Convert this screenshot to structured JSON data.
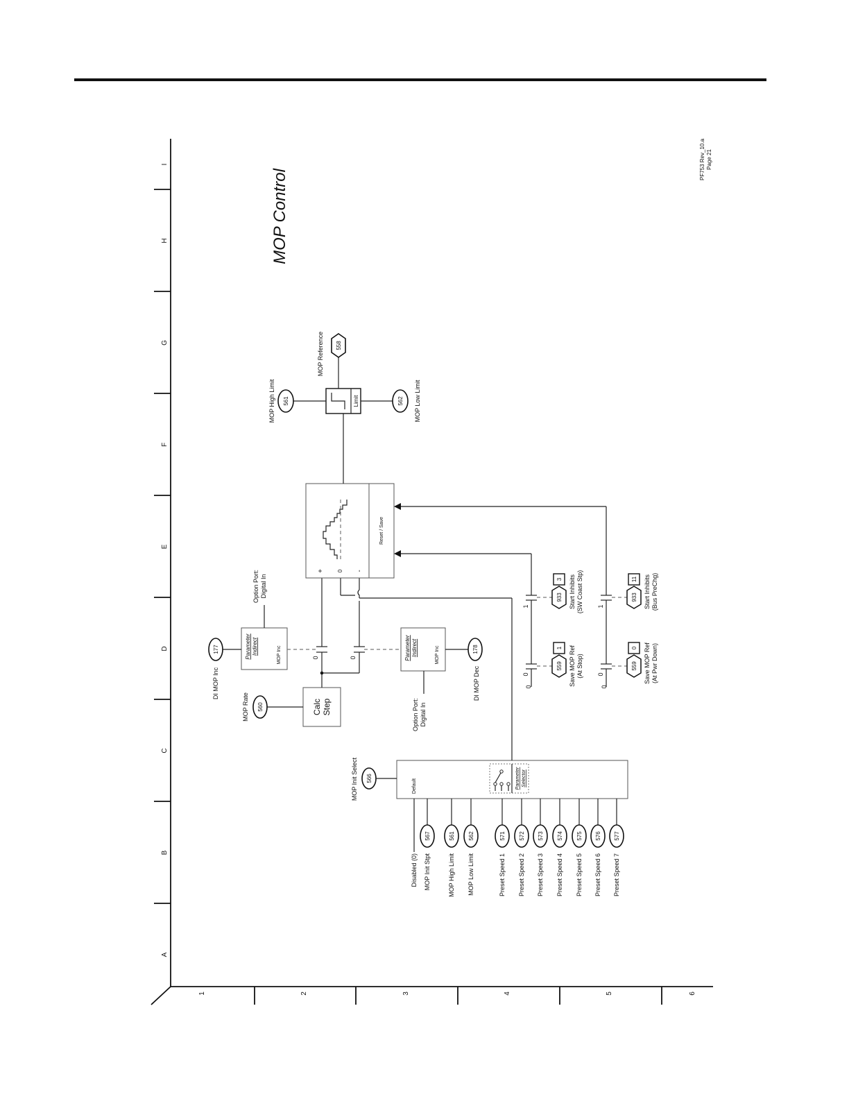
{
  "title": "MOP Control",
  "revision": "PF753 Rev_10.a",
  "page": "Page 21",
  "grid": {
    "columns": [
      "A",
      "B",
      "C",
      "D",
      "E",
      "F",
      "G",
      "H",
      "I"
    ],
    "rows": [
      "1",
      "2",
      "3",
      "4",
      "5",
      "6"
    ]
  },
  "params": {
    "mop_init_select": {
      "label": "MOP Init Select",
      "num": "566"
    },
    "mop_rate": {
      "label": "MOP Rate",
      "num": "560"
    },
    "di_mop_inc": {
      "label": "DI MOP Inc",
      "num": "177"
    },
    "di_mop_dec": {
      "label": "DI MOP Dec",
      "num": "178"
    },
    "mop_high_limit": {
      "label": "MOP High Limit",
      "num": "561"
    },
    "mop_low_limit": {
      "label": "MOP Low Limit",
      "num": "562"
    },
    "mop_reference": {
      "label": "MOP Reference",
      "num": "558"
    }
  },
  "blocks": {
    "calc_line1": "Calc",
    "calc_line2": "Step",
    "param_indirect_1": "Parameter",
    "param_indirect_2": "Indirect",
    "mop_inc": "MOP Inc",
    "option_port_1": "Option Port:",
    "option_port_2": "Digital In",
    "limit": "Limit",
    "reset_save": "Reset / Save",
    "plus": "+",
    "zero": "0",
    "minus": "-",
    "default": "Default",
    "param_selector_1": "Parameter",
    "param_selector_2": "Selector"
  },
  "selector_inputs": [
    {
      "label": "Disabled (0)",
      "num": ""
    },
    {
      "label": "MOP Init Stpt",
      "num": "567"
    },
    {
      "label": "MOP High Limit",
      "num": "561"
    },
    {
      "label": "MOP Low Limit",
      "num": "562"
    },
    {
      "label": "Preset Speed 1",
      "num": "571"
    },
    {
      "label": "Preset Speed 2",
      "num": "572"
    },
    {
      "label": "Preset Speed 3",
      "num": "573"
    },
    {
      "label": "Preset Speed 4",
      "num": "574"
    },
    {
      "label": "Preset Speed 5",
      "num": "575"
    },
    {
      "label": "Preset Speed 6",
      "num": "576"
    },
    {
      "label": "Preset Speed 7",
      "num": "577"
    }
  ],
  "bits": [
    {
      "param": "559",
      "bit": "1",
      "line1": "Save MOP Ref",
      "line2": "(At Stop)"
    },
    {
      "param": "933",
      "bit": "3",
      "line1": "Start Inhibits",
      "line2": "(SW Coast Stp)"
    },
    {
      "param": "559",
      "bit": "0",
      "line1": "Save MOP Ref",
      "line2": "(At Pwr Down)"
    },
    {
      "param": "933",
      "bit": "11",
      "line1": "Start Inhibits",
      "line2": "(Bus PreChg)"
    }
  ],
  "contact_labels": {
    "zero": "0",
    "one": "1"
  }
}
